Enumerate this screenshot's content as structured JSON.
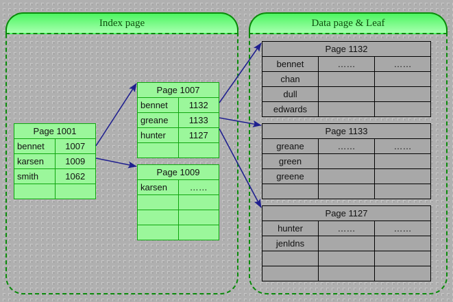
{
  "diagram": {
    "title_left": "Index page",
    "title_right": "Data page & Leaf",
    "ellipsis": "……",
    "colors": {
      "header_green_top": "#4df562",
      "header_green_bottom": "#a6ffae",
      "container_border": "#0a8a0a",
      "table_green_fill": "#9bf79b",
      "table_green_border": "#0ea60e",
      "table_gray_fill": "#a8a8a8",
      "table_gray_border": "#000000",
      "arrow": "#1f1f8f",
      "grid_major": "#b0b0b0",
      "grid_minor": "#c8c8c8"
    }
  },
  "index_pages": [
    {
      "id": "page-1001",
      "header": "Page 1001",
      "rows": [
        {
          "key": "bennet",
          "value": "1007"
        },
        {
          "key": "karsen",
          "value": "1009"
        },
        {
          "key": "smith",
          "value": "1062"
        },
        {
          "key": "",
          "value": ""
        }
      ]
    },
    {
      "id": "page-1007",
      "header": "Page 1007",
      "rows": [
        {
          "key": "bennet",
          "value": "1132"
        },
        {
          "key": "greane",
          "value": "1133"
        },
        {
          "key": "hunter",
          "value": "1127"
        },
        {
          "key": "",
          "value": ""
        }
      ]
    },
    {
      "id": "page-1009",
      "header": "Page 1009",
      "rows": [
        {
          "key": "karsen",
          "value": "……"
        },
        {
          "key": "",
          "value": ""
        },
        {
          "key": "",
          "value": ""
        },
        {
          "key": "",
          "value": ""
        }
      ]
    }
  ],
  "data_pages": [
    {
      "id": "page-1132",
      "header": "Page 1132",
      "rows": [
        {
          "key": "bennet",
          "col2": "……",
          "col3": "……"
        },
        {
          "key": "chan",
          "col2": "",
          "col3": ""
        },
        {
          "key": "dull",
          "col2": "",
          "col3": ""
        },
        {
          "key": "edwards",
          "col2": "",
          "col3": ""
        }
      ]
    },
    {
      "id": "page-1133",
      "header": "Page 1133",
      "rows": [
        {
          "key": "greane",
          "col2": "……",
          "col3": "……"
        },
        {
          "key": "green",
          "col2": "",
          "col3": ""
        },
        {
          "key": "greene",
          "col2": "",
          "col3": ""
        },
        {
          "key": "",
          "col2": "",
          "col3": ""
        }
      ]
    },
    {
      "id": "page-1127",
      "header": "Page 1127",
      "rows": [
        {
          "key": "hunter",
          "col2": "……",
          "col3": "……"
        },
        {
          "key": "jenldns",
          "col2": "",
          "col3": ""
        },
        {
          "key": "",
          "col2": "",
          "col3": ""
        },
        {
          "key": "",
          "col2": "",
          "col3": ""
        }
      ]
    }
  ],
  "arrows": [
    {
      "name": "arrow-1001-bennet-to-1007",
      "from": "Page 1001 bennet",
      "to": "Page 1007"
    },
    {
      "name": "arrow-1001-karsen-to-1009",
      "from": "Page 1001 karsen",
      "to": "Page 1009"
    },
    {
      "name": "arrow-1007-bennet-to-1132",
      "from": "Page 1007 bennet",
      "to": "Page 1132"
    },
    {
      "name": "arrow-1007-greane-to-1133",
      "from": "Page 1007 greane",
      "to": "Page 1133"
    },
    {
      "name": "arrow-1007-hunter-to-1127",
      "from": "Page 1007 hunter",
      "to": "Page 1127"
    }
  ]
}
